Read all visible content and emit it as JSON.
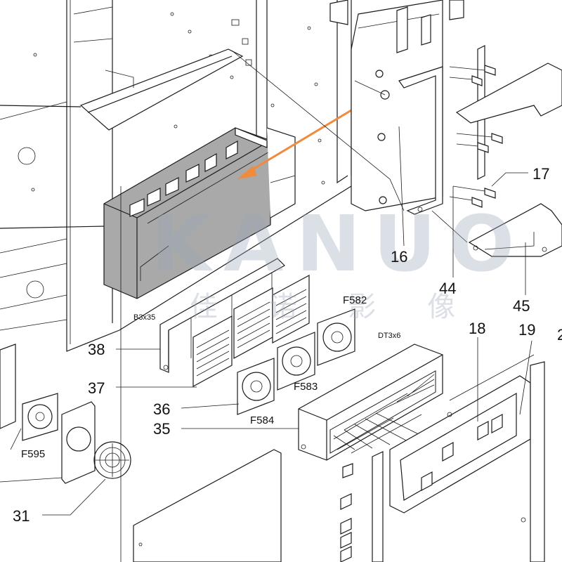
{
  "watermark": {
    "brand": "KANUO",
    "cjk": "佳 诺 影 像",
    "arrow_color": "#f08a3c"
  },
  "colors": {
    "highlight": "#a9a9a9",
    "line": "#1a1a1a",
    "accent": "#f08a3c"
  },
  "callouts": {
    "c16": "16",
    "c17": "17",
    "c18": "18",
    "c19": "19",
    "c2": "2",
    "c31": "31",
    "c35": "35",
    "c36": "36",
    "c37": "37",
    "c38": "38",
    "c44": "44",
    "c45": "45"
  },
  "part_labels": {
    "f582": "F582",
    "f583": "F583",
    "f584": "F584",
    "f595": "F595",
    "b3x35": "B3x35",
    "dt3x6": "DT3x6"
  }
}
